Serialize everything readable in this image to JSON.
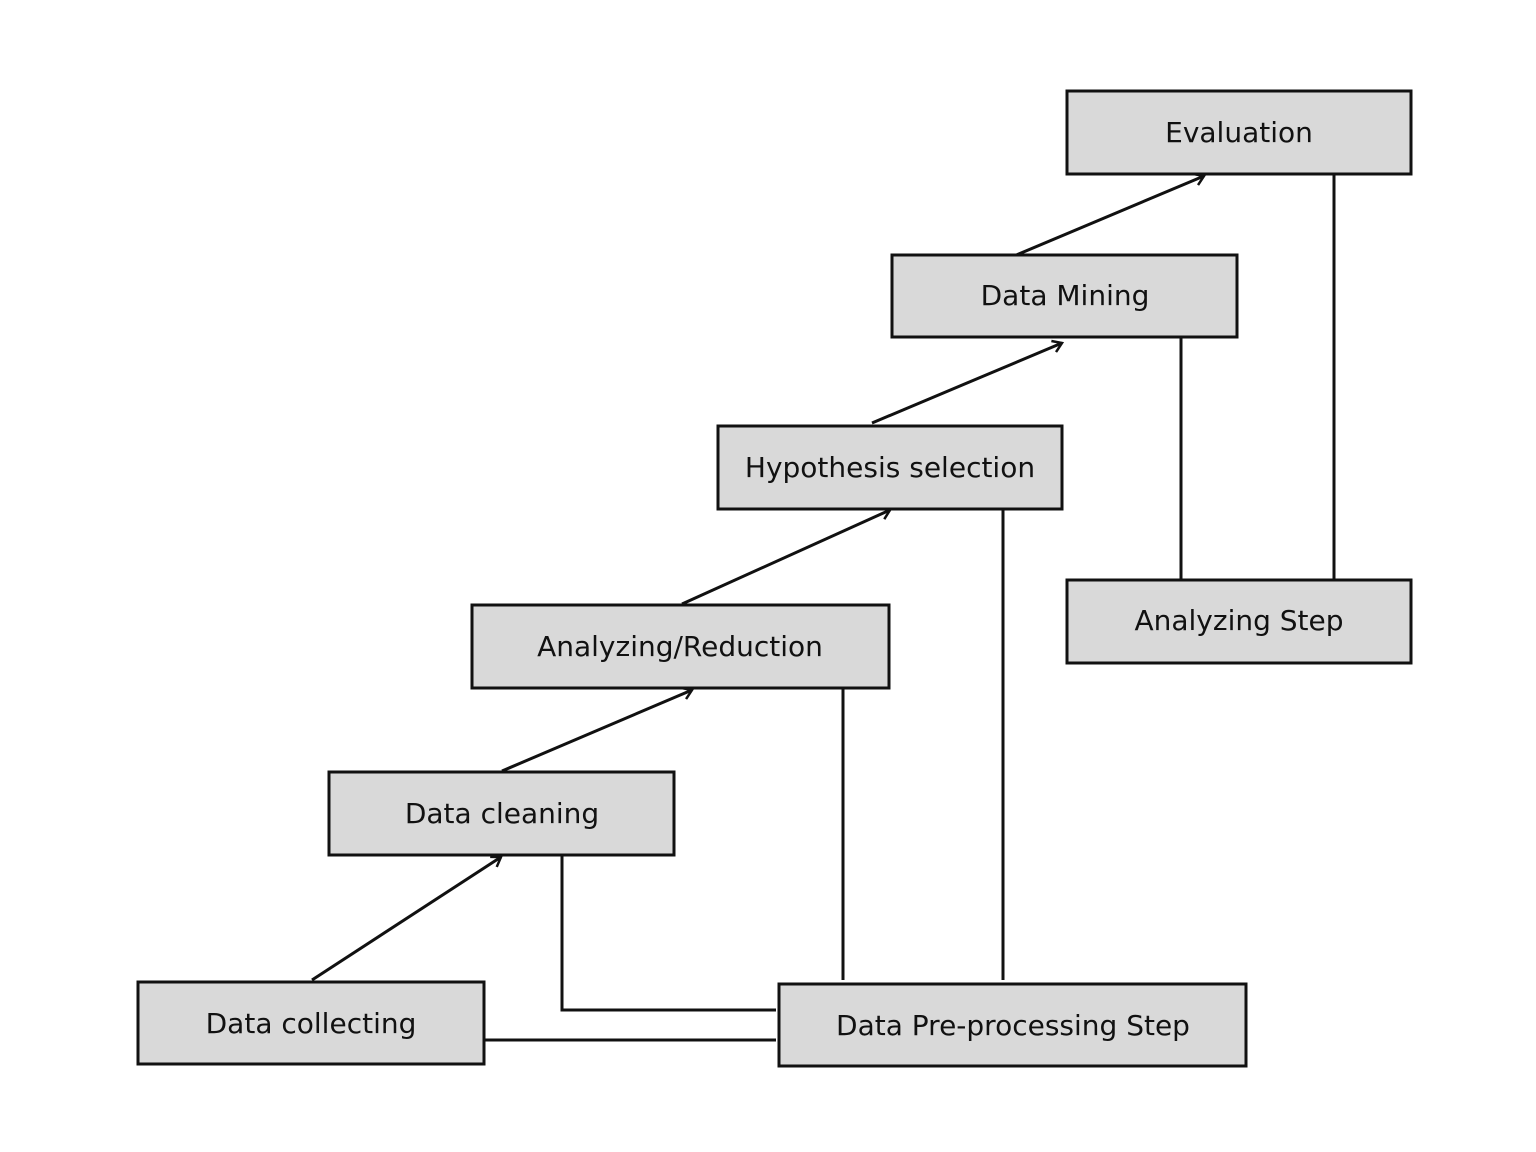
{
  "diagram": {
    "type": "flow",
    "nodes": [
      {
        "id": "collect",
        "label": "Data collecting"
      },
      {
        "id": "clean",
        "label": "Data cleaning"
      },
      {
        "id": "reduce",
        "label": "Analyzing/Reduction"
      },
      {
        "id": "hypo",
        "label": "Hypothesis selection"
      },
      {
        "id": "mining",
        "label": "Data Mining"
      },
      {
        "id": "eval",
        "label": "Evaluation"
      },
      {
        "id": "pre",
        "label": "Data Pre-processing Step"
      },
      {
        "id": "analyze",
        "label": "Analyzing Step"
      }
    ],
    "arrows": [
      {
        "from": "collect",
        "to": "clean"
      },
      {
        "from": "clean",
        "to": "reduce"
      },
      {
        "from": "reduce",
        "to": "hypo"
      },
      {
        "from": "hypo",
        "to": "mining"
      },
      {
        "from": "mining",
        "to": "eval"
      }
    ],
    "groupings": [
      {
        "group": "pre",
        "members": [
          "collect",
          "clean",
          "reduce",
          "hypo"
        ]
      },
      {
        "group": "analyze",
        "members": [
          "mining",
          "eval"
        ]
      }
    ],
    "colors": {
      "box_fill": "#d9d9d9",
      "stroke": "#111111",
      "background": "#ffffff"
    }
  }
}
